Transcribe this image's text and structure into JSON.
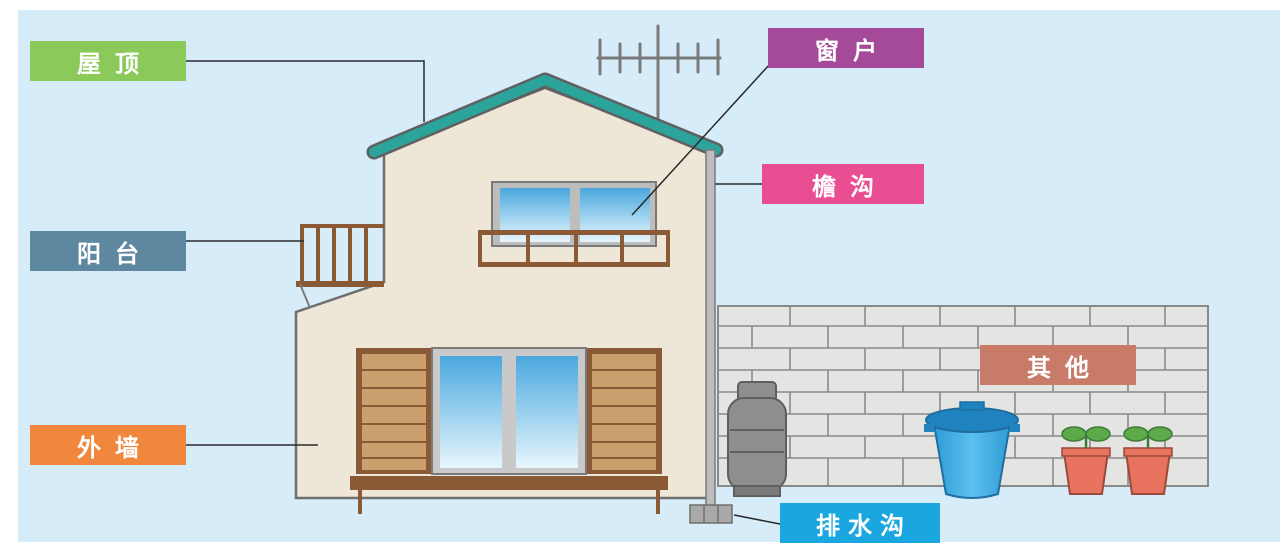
{
  "labels": {
    "roof": "屋顶",
    "balcony": "阳台",
    "outer_wall": "外墙",
    "window": "窗户",
    "gutter": "檐沟",
    "other": "其他",
    "drain": "排水沟"
  },
  "colors": {
    "background": "#D6ECF8",
    "roof": "#2BA49B",
    "wall": "#EEE6D7",
    "wood": "#8A5A36",
    "roof_label": "#8CC95B",
    "balcony_label": "#5E87A0",
    "outer_wall_label": "#F0873C",
    "window_label": "#A54A98",
    "gutter_label": "#E94E93",
    "other_label": "#C97B6A",
    "drain_label": "#1AA7DF"
  },
  "icons": [
    "antenna-icon",
    "gas-cylinder-icon",
    "water-bucket-icon",
    "potted-sprout-icon"
  ]
}
